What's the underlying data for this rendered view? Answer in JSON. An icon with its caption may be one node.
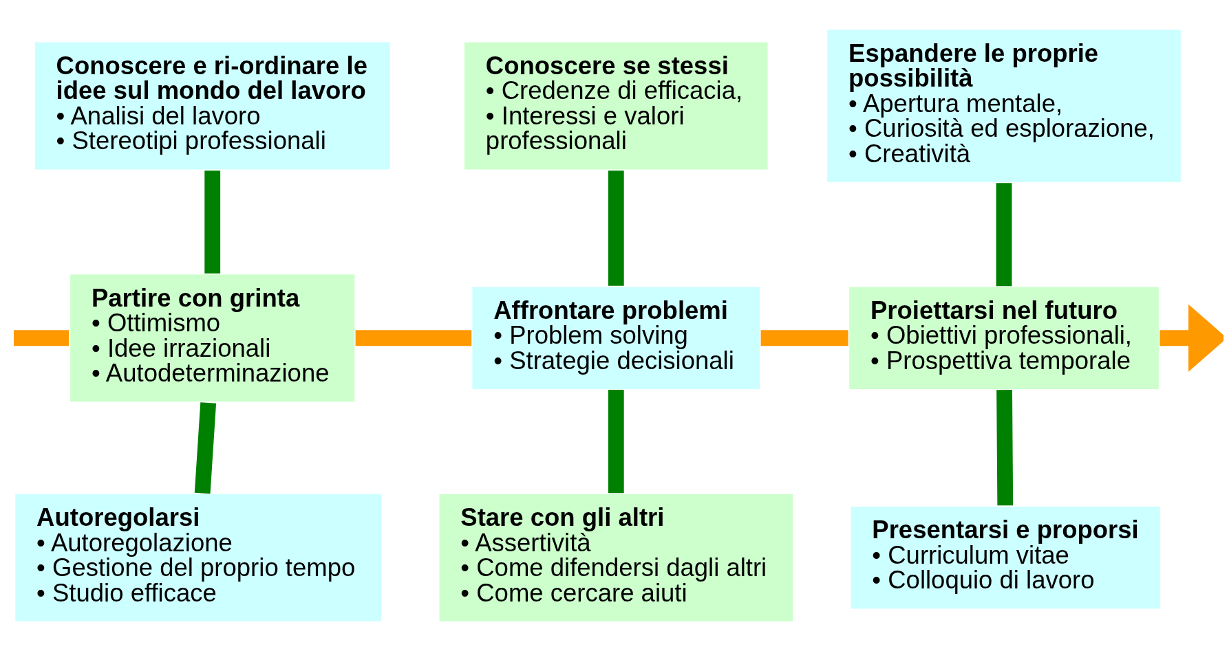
{
  "diagram": {
    "nodes": [
      {
        "text": [
          "Conoscere e ri-ordinare le idee sul mondo del lavoro",
          "• Analisi del lavoro",
          "• Stereotipi professionali"
        ]
      },
      {
        "text": [
          "Conoscere se stessi",
          "• Credenze di efficacia,",
          "• Interessi e valori professionali"
        ]
      },
      {
        "text": [
          "Espandere le proprie possibilità",
          "• Apertura mentale,",
          "• Curiosità ed esplorazione,",
          "• Creatività"
        ]
      },
      {
        "text": [
          "Partire con grinta",
          "• Ottimismo",
          "• Idee irrazionali",
          "• Autodeterminazione"
        ]
      },
      {
        "text": [
          "Affrontare problemi",
          "• Problem solving",
          "• Strategie decisionali"
        ]
      },
      {
        "text": [
          "Proiettarsi nel futuro",
          "• Obiettivi professionali,",
          "• Prospettiva temporale"
        ]
      },
      {
        "text": [
          "Autoregolarsi",
          "• Autoregolazione",
          "• Gestione del proprio tempo",
          "• Studio efficace"
        ]
      },
      {
        "text": [
          "Stare con gli altri",
          "• Assertività",
          "• Come difendersi dagli altri",
          "• Come cercare aiuti"
        ]
      },
      {
        "text": [
          "Presentarsi e proporsi",
          "• Curriculum vitae",
          "• Colloquio di lavoro"
        ]
      }
    ],
    "edges": [
      {
        "from": null,
        "to": 3,
        "arrow": "none",
        "color": "#ff9900"
      },
      {
        "from": 3,
        "to": 4,
        "arrow": "none",
        "color": "#ff9900"
      },
      {
        "from": 4,
        "to": 5,
        "arrow": "none",
        "color": "#ff9900"
      },
      {
        "from": 5,
        "to": null,
        "arrow": "to",
        "color": "#ff9900"
      },
      {
        "from": 0,
        "to": 3,
        "arrow": "none"
      },
      {
        "from": 1,
        "to": 4,
        "arrow": "none"
      },
      {
        "from": 2,
        "to": 5,
        "arrow": "none"
      },
      {
        "from": 3,
        "to": 6,
        "arrow": "none"
      },
      {
        "from": 4,
        "to": 7,
        "arrow": "none"
      },
      {
        "from": 5,
        "to": 8,
        "arrow": "none"
      }
    ]
  }
}
